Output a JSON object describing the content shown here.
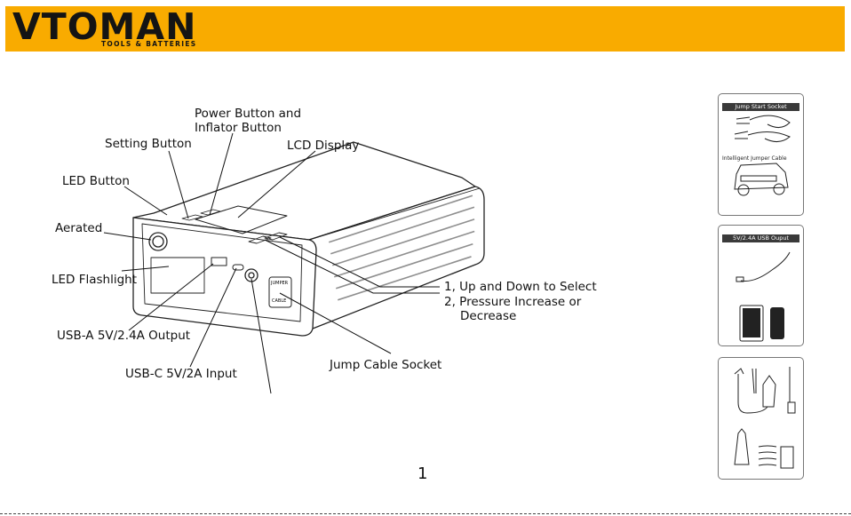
{
  "header": {
    "brand": "VTOMAN",
    "tagline": "TOOLS & BATTERIES",
    "color": "#f9ab00"
  },
  "labels": {
    "power_button": "Power Button and",
    "power_button_2": "Inflator Button",
    "setting_button": "Setting Button",
    "lcd_display": "LCD Display",
    "led_button": "LED Button",
    "aerated": "Aerated",
    "led_flashlight": "LED Flashlight",
    "usb_a": "USB-A 5V/2.4A Output",
    "usb_c": "USB-C 5V/2A Input",
    "jump_cable_socket": "Jump Cable Socket",
    "up_down_1": "1, Up and Down to Select",
    "up_down_2": "2, Pressure Increase or",
    "up_down_3": "Decrease"
  },
  "device": {
    "socket_label_top": "JUMPER",
    "socket_label_bottom": "CABLE"
  },
  "cards": [
    {
      "title": "Jump Start Socket",
      "caption": "Intelligent Jumper Cable"
    },
    {
      "title": "5V/2.4A USB Ouput"
    },
    {
      "title": ""
    }
  ],
  "page_number": "1"
}
